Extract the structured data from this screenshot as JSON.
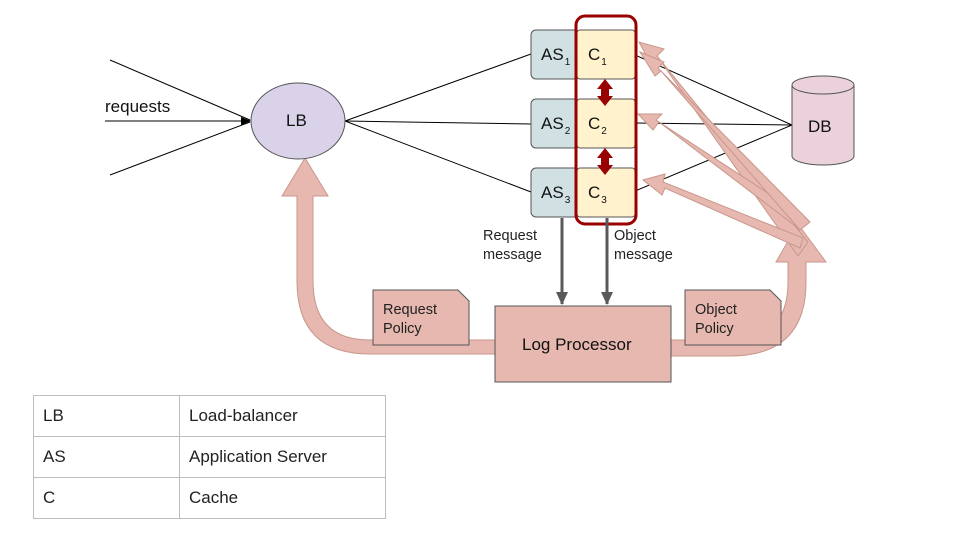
{
  "labels": {
    "requests": "requests",
    "lb": "LB",
    "db": "DB",
    "log_processor": "Log Processor",
    "request_message": "Request\nmessage",
    "object_message": "Object\nmessage",
    "request_policy": "Request\nPolicy",
    "object_policy": "Object\nPolicy"
  },
  "servers": [
    {
      "as": "AS",
      "c": "C",
      "sub": "1"
    },
    {
      "as": "AS",
      "c": "C",
      "sub": "2"
    },
    {
      "as": "AS",
      "c": "C",
      "sub": "3"
    }
  ],
  "legend": [
    {
      "abbr": "LB",
      "meaning": "Load-balancer"
    },
    {
      "abbr": "AS",
      "meaning": "Application Server"
    },
    {
      "abbr": "C",
      "meaning": "Cache"
    }
  ],
  "colors": {
    "lb_fill": "#d9d2e9",
    "as_fill": "#d0e0e3",
    "cache_fill": "#fff2cc",
    "db_fill": "#ead1dc",
    "flow_fill": "#e6b8af",
    "highlight": "#990000",
    "message_arrow": "#595959"
  }
}
